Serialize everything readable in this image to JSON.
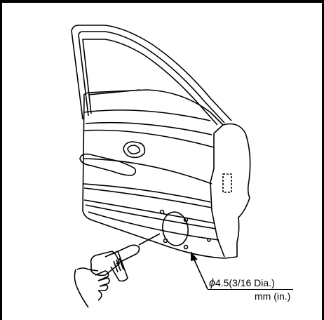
{
  "callout": {
    "symbol": "ϕ",
    "diameter": "4.5(3/16 Dia.)",
    "unit": "mm (in.)"
  },
  "colors": {
    "line": "#000000",
    "background": "#ffffff"
  }
}
